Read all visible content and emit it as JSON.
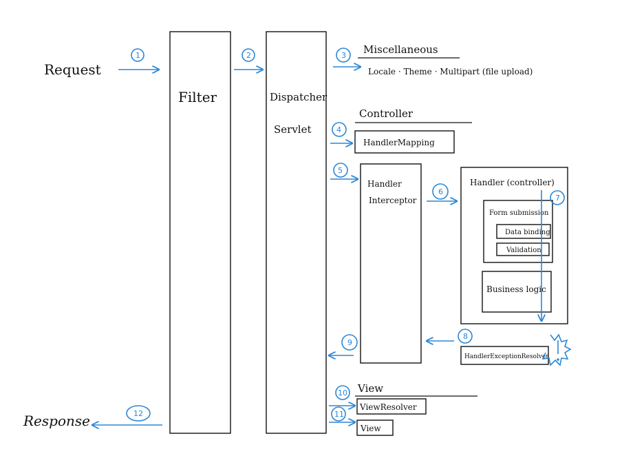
{
  "labels": {
    "request": "Request",
    "response": "Response",
    "filter": "Filter",
    "dispatcher_line1": "Dispatcher",
    "dispatcher_line2": "Servlet",
    "misc_title": "Miscellaneous",
    "misc_items": "Locale  · Theme · Multipart (file upload)",
    "controller_title": "Controller",
    "handler_mapping": "HandlerMapping",
    "handler_interceptor_line1": "Handler",
    "handler_interceptor_line2": "Interceptor",
    "handler_controller": "Handler (controller)",
    "form_submission": "Form submission",
    "data_binding": "Data binding",
    "validation": "Validation",
    "business_logic": "Business logic",
    "exception_resolver": "HandlerExceptionResolver",
    "view_title": "View",
    "view_resolver": "ViewResolver",
    "view_box": "View"
  },
  "steps": [
    "1",
    "2",
    "3",
    "4",
    "5",
    "6",
    "7",
    "8",
    "9",
    "10",
    "11",
    "12"
  ],
  "colors": {
    "arrow": "#2b86d6",
    "ink": "#111111"
  }
}
